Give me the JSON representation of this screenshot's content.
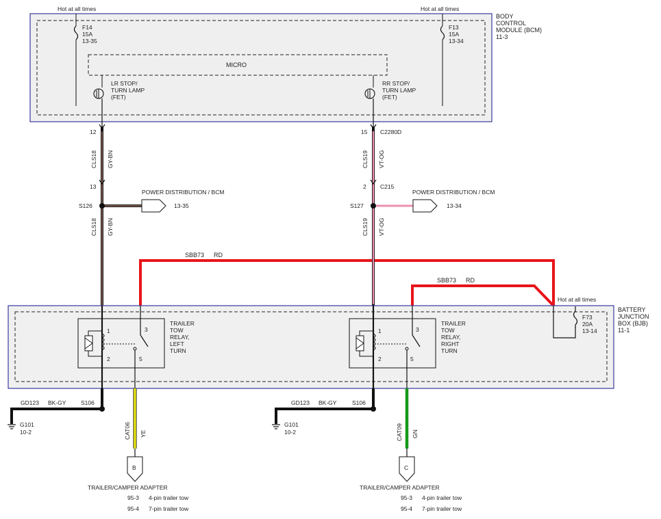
{
  "bcm": {
    "label_lines": [
      "BODY",
      "CONTROL",
      "MODULE (BCM)",
      "11-3"
    ],
    "micro_label": "MICRO",
    "left_fuse": {
      "hot": "Hot at all times",
      "lines": [
        "F14",
        "15A",
        "13-35"
      ]
    },
    "right_fuse": {
      "hot": "Hot at all times",
      "lines": [
        "F13",
        "15A",
        "13-34"
      ]
    },
    "left_fet": [
      "LR STOP/",
      "TURN LAMP",
      "(FET)"
    ],
    "right_fet": [
      "RR STOP/",
      "TURN LAMP",
      "(FET)"
    ]
  },
  "bjb": {
    "label_lines": [
      "BATTERY",
      "JUNCTION",
      "BOX (BJB)",
      "11-1"
    ],
    "hot": "Hot at all times",
    "fuse_lines": [
      "F73",
      "20A",
      "13-14"
    ]
  },
  "left": {
    "pin_top": "12",
    "wire_upper_circuit": "CLS18",
    "wire_upper_color": "GY-BN",
    "pin_mid": "13",
    "splice": "S126",
    "power_dist_label": "POWER DISTRIBUTION / BCM",
    "power_dist_ref": "13-35",
    "wire_lower_circuit": "CLS18",
    "wire_lower_color": "GY-BN",
    "relay_lines": [
      "TRAILER",
      "TOW",
      "RELAY,",
      "LEFT",
      "TURN"
    ],
    "relay_pins": [
      "1",
      "2",
      "3",
      "5"
    ],
    "ground_circuit": "GD123",
    "ground_color": "BK-GY",
    "ground_splice": "S106",
    "ground_name": "G101",
    "ground_ref": "10-2",
    "out_circuit": "CAT06",
    "out_color": "YE",
    "connector_pin": "B",
    "adapter_title": "TRAILER/CAMPER ADAPTER",
    "adapter_refs": [
      {
        "ref": "95-3",
        "desc": "4-pin trailer tow"
      },
      {
        "ref": "95-4",
        "desc": "7-pin trailer tow"
      }
    ]
  },
  "right": {
    "pin_top": "15",
    "connector_top": "C2280D",
    "wire_upper_circuit": "CLS19",
    "wire_upper_color": "VT-OG",
    "pin_mid": "2",
    "connector_mid": "C215",
    "splice": "S127",
    "power_dist_label": "POWER DISTRIBUTION / BCM",
    "power_dist_ref": "13-34",
    "wire_lower_circuit": "CLS19",
    "wire_lower_color": "VT-OG",
    "relay_lines": [
      "TRAILER",
      "TOW",
      "RELAY,",
      "RIGHT",
      "TURN"
    ],
    "relay_pins": [
      "1",
      "2",
      "3",
      "5"
    ],
    "ground_circuit": "GD123",
    "ground_color": "BK-GY",
    "ground_splice": "S106",
    "ground_name": "G101",
    "ground_ref": "10-2",
    "out_circuit": "CAT09",
    "out_color": "GN",
    "connector_pin": "C",
    "adapter_title": "TRAILER/CAMPER ADAPTER",
    "adapter_refs": [
      {
        "ref": "95-3",
        "desc": "4-pin trailer tow"
      },
      {
        "ref": "95-4",
        "desc": "7-pin trailer tow"
      }
    ]
  },
  "power_wires": {
    "upper_label": "SBB73",
    "upper_color": "RD",
    "lower_label": "SBB73",
    "lower_color": "RD"
  },
  "colors": {
    "module_border": "#3a3aa0",
    "module_fill": "#efefef",
    "red_wire": "#e8141a",
    "gy_bn": "#7a5a4e",
    "vt_og": "#ef8fb0",
    "yellow": "#f2ee12",
    "green": "#169a16",
    "black": "#111111"
  }
}
